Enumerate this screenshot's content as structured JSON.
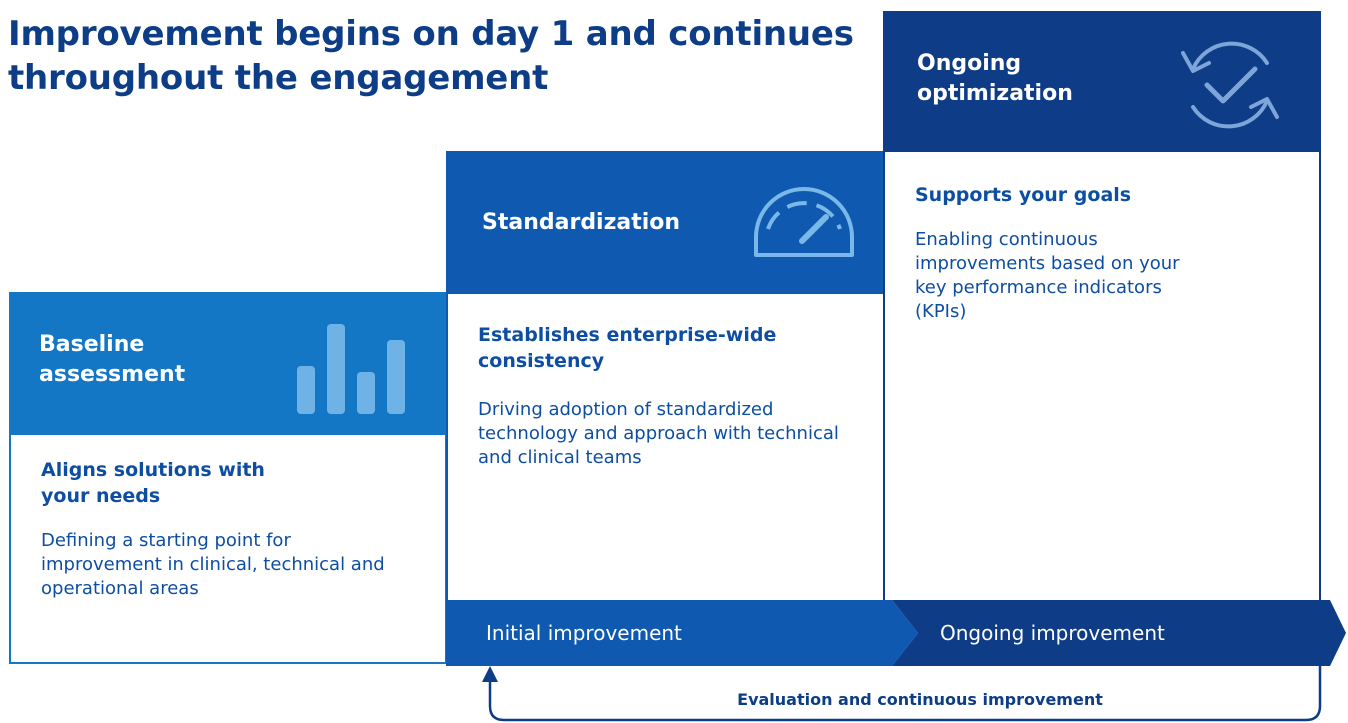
{
  "title": "Improvement begins on day 1 and continues throughout the engagement",
  "colors": {
    "baseline": "#1477c6",
    "standardization": "#0f59b0",
    "ongoing": "#0e3c86",
    "text": "#0d4ea3",
    "icon_light": "#6fb3e6"
  },
  "stages": [
    {
      "heading": "Baseline assessment",
      "icon": "bar-chart-icon",
      "subheading": "Aligns solutions with your needs",
      "description": "Defining a starting point for improvement in clinical, technical and operational areas"
    },
    {
      "heading": "Standardization",
      "icon": "speedometer-icon",
      "subheading": "Establishes enterprise-wide consistency",
      "description": "Driving adoption of standardized technology and approach with technical and clinical teams"
    },
    {
      "heading": "Ongoing optimization",
      "icon": "refresh-check-icon",
      "subheading": "Supports your goals",
      "description": "Enabling continuous improvements based on your key performance indicators (KPIs)"
    }
  ],
  "phases": {
    "initial": "Initial improvement",
    "ongoing": "Ongoing improvement"
  },
  "loop_label": "Evaluation and continuous improvement"
}
